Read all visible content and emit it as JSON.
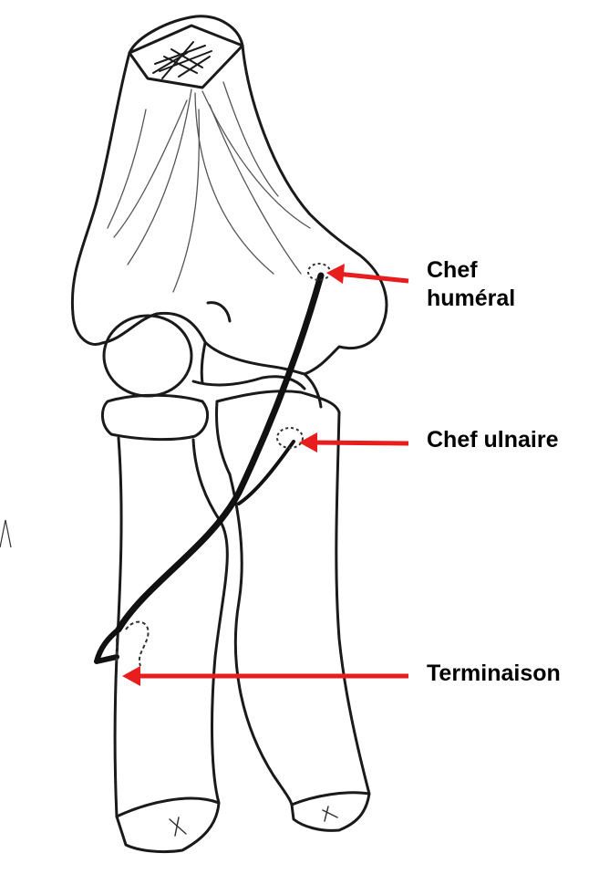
{
  "colors": {
    "arrow": "#e81d1d",
    "ink": "#1a1a1a",
    "paper": "#ffffff"
  },
  "labels": {
    "humeral_line1": "Chef",
    "humeral_line2": "huméral",
    "ulnaire": "Chef ulnaire",
    "terminaison": "Terminaison"
  }
}
